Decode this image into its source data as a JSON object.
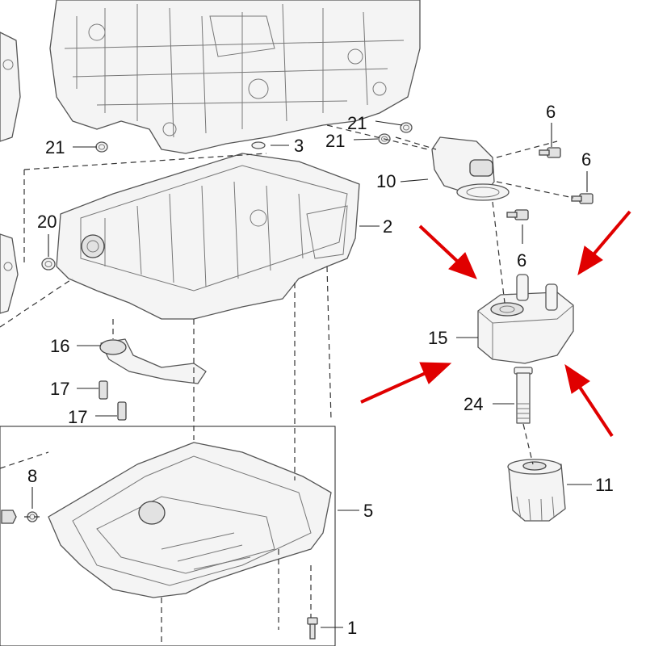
{
  "diagram": {
    "callouts": {
      "c1": "1",
      "c2": "2",
      "c3": "3",
      "c5": "5",
      "c6a": "6",
      "c6b": "6",
      "c6c": "6",
      "c8": "8",
      "c10": "10",
      "c11": "11",
      "c15": "15",
      "c16": "16",
      "c17a": "17",
      "c17b": "17",
      "c20": "20",
      "c21a": "21",
      "c21b": "21",
      "c21c": "21",
      "c24": "24"
    },
    "highlight_color": "#e00000",
    "highlighted_part": "15"
  }
}
